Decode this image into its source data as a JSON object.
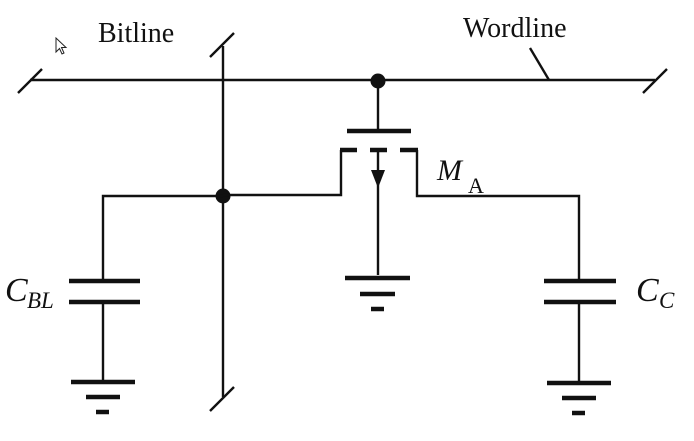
{
  "diagram": {
    "type": "DRAM cell schematic",
    "labels": {
      "bitline": "Bitline",
      "wordline": "Wordline",
      "transistor_main": "M",
      "transistor_sub": "A",
      "cbl_main": "C",
      "cbl_sub": "BL",
      "cc_main": "C",
      "cc_sub": "C"
    },
    "components": [
      {
        "id": "wordline",
        "kind": "wire",
        "label": "Wordline"
      },
      {
        "id": "bitline",
        "kind": "wire",
        "label": "Bitline"
      },
      {
        "id": "MA",
        "kind": "nmos-transistor",
        "label": "M_A"
      },
      {
        "id": "CBL",
        "kind": "capacitor",
        "label": "C_BL"
      },
      {
        "id": "CC",
        "kind": "capacitor",
        "label": "C_C"
      },
      {
        "id": "gnd1",
        "kind": "ground"
      },
      {
        "id": "gnd2",
        "kind": "ground"
      },
      {
        "id": "gnd3",
        "kind": "ground"
      }
    ],
    "connections": [
      [
        "wordline",
        "MA.gate"
      ],
      [
        "bitline",
        "MA.drain"
      ],
      [
        "bitline",
        "CBL"
      ],
      [
        "MA.source",
        "CC"
      ],
      [
        "MA.body",
        "gnd2"
      ],
      [
        "CBL",
        "gnd1"
      ],
      [
        "CC",
        "gnd3"
      ]
    ]
  }
}
